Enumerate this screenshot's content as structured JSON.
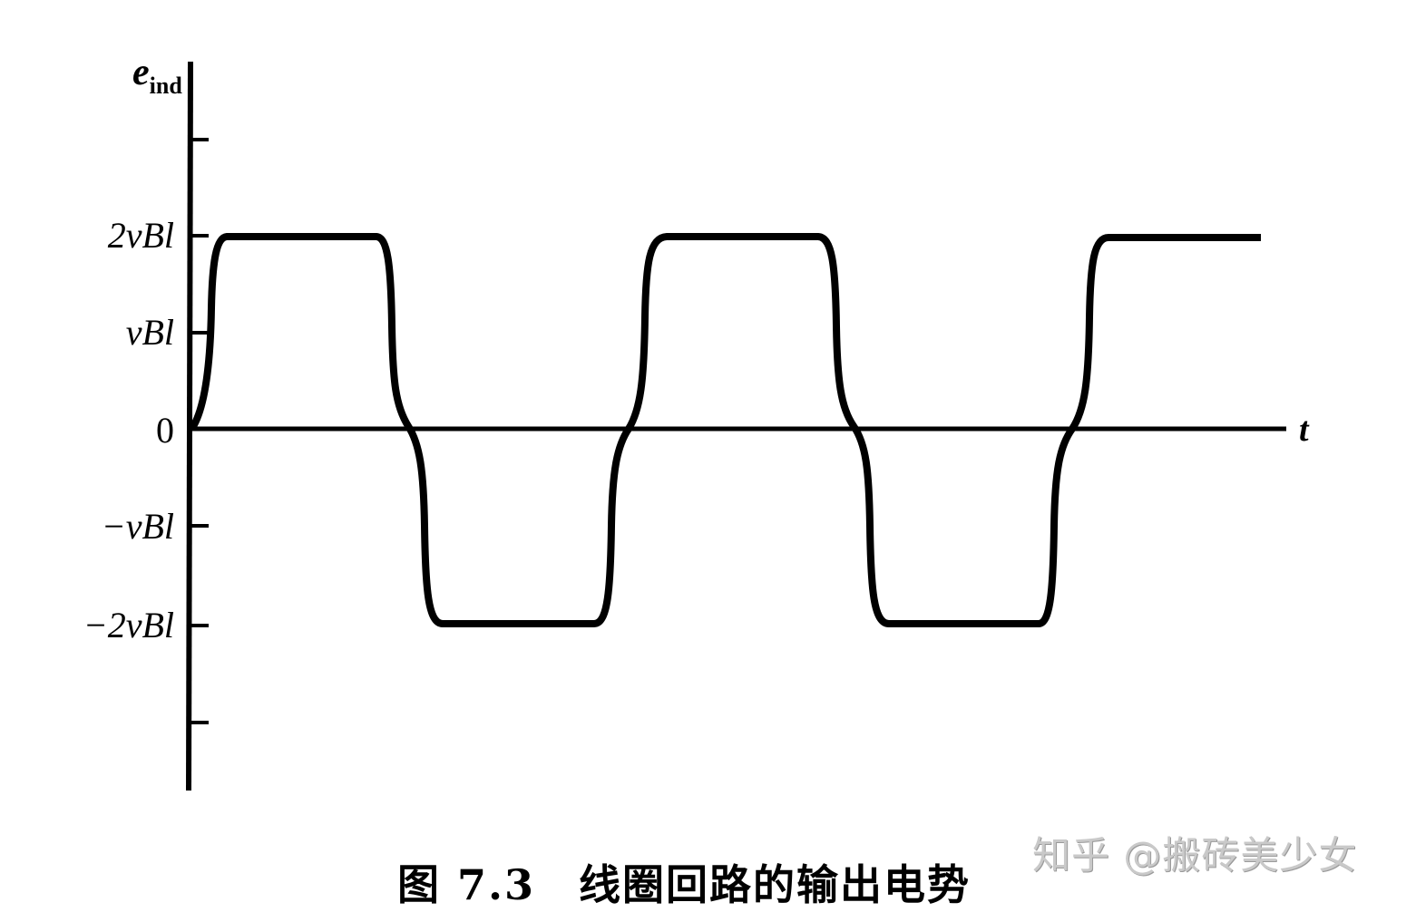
{
  "chart_data": {
    "type": "line",
    "title": "图 7.3　线圈回路的输出电势",
    "xlabel": "t",
    "ylabel": "e_ind",
    "ylabel_main": "e",
    "ylabel_sub": "ind",
    "y_ticks": [
      {
        "value": 3,
        "label": ""
      },
      {
        "value": 2,
        "label": "2vBl"
      },
      {
        "value": 1,
        "label": "vBl"
      },
      {
        "value": 0,
        "label": "0"
      },
      {
        "value": -1,
        "label": "−vBl"
      },
      {
        "value": -2,
        "label": "−2vBl"
      },
      {
        "value": -3,
        "label": ""
      }
    ],
    "ylim": [
      -3.8,
      3.8
    ],
    "grid": false,
    "legend": null,
    "series": [
      {
        "name": "e_ind",
        "description": "Trapezoidal wave alternating between +2vBl and −2vBl with smooth transitions through 0",
        "x": [
          0,
          0.15,
          0.5,
          1.0,
          1.75,
          2.0,
          2.3,
          2.5,
          2.75,
          3.5,
          4.0,
          4.2,
          4.4,
          4.75,
          5.0,
          5.5,
          6.5,
          6.6,
          6.9,
          7.3,
          7.6,
          8.2,
          8.8,
          8.9,
          9.2,
          9.5,
          9.6,
          10.5
        ],
        "values": [
          0,
          1.0,
          2.0,
          2.0,
          2.0,
          1.0,
          0,
          -1.0,
          -2.0,
          -2.0,
          -2.0,
          -1.0,
          0,
          1.0,
          2.0,
          2.0,
          2.0,
          1.0,
          0,
          -1.0,
          -2.0,
          -2.0,
          -2.0,
          -1.0,
          0,
          1.0,
          2.0,
          2.0
        ]
      }
    ],
    "annotations": []
  },
  "caption": "图 7.3　线圈回路的输出电势",
  "watermark": "知乎 @搬砖美少女",
  "colors": {
    "line": "#000000",
    "background": "#ffffff",
    "watermark": "#c9c9c9"
  }
}
